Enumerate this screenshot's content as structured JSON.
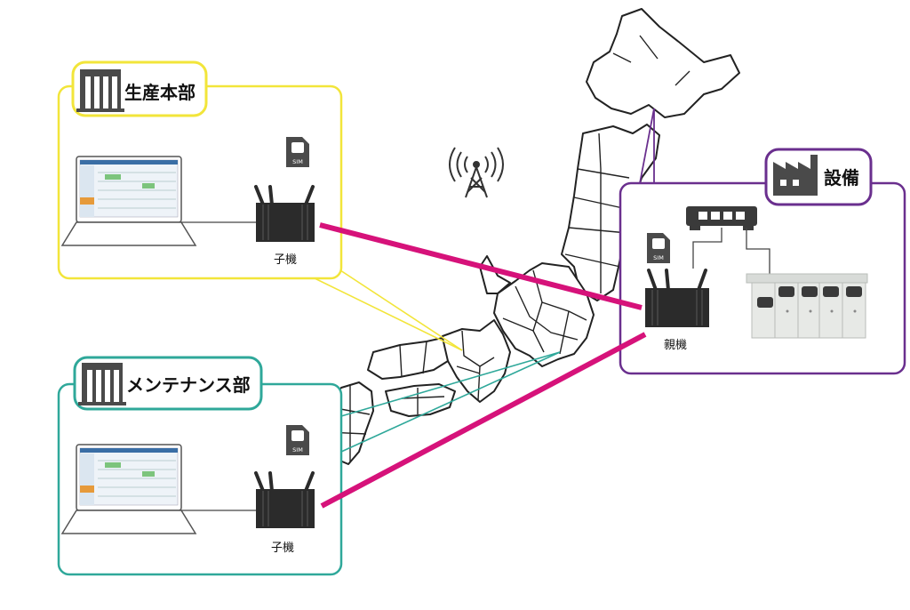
{
  "sites": {
    "production_hq": {
      "label": "生産本部",
      "device_label": "子機"
    },
    "maintenance": {
      "label": "メンテナンス部",
      "device_label": "子機"
    },
    "equipment": {
      "label": "設備",
      "device_label": "親機"
    }
  },
  "sim_label": "SIM",
  "colors": {
    "production_frame": "#f2e53a",
    "maintenance_frame": "#2fa89a",
    "equipment_frame": "#6a2f8e",
    "link_line": "#d6127a",
    "router_body": "#2b2b2b",
    "building_icon": "#4a4a4a"
  },
  "icons": [
    "building-icon",
    "factory-icon",
    "sim-card-icon",
    "router-icon",
    "laptop-icon",
    "antenna-tower-icon",
    "network-switch-icon",
    "control-cabinet-icon",
    "japan-map"
  ]
}
